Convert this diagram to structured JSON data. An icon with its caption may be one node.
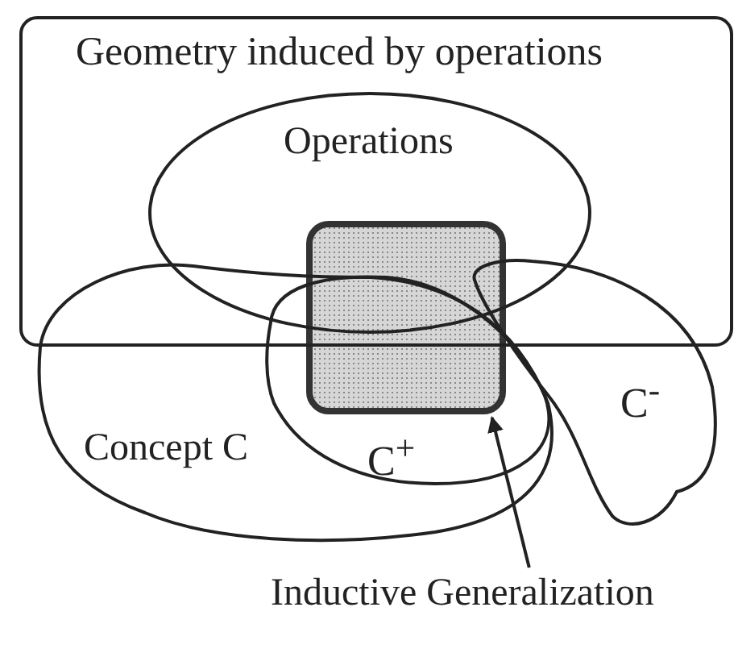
{
  "diagram": {
    "nodes": [
      {
        "text": [
          "Geometry induced by operations"
        ]
      },
      {
        "text": [
          "Operations"
        ],
        "in": 0
      },
      {
        "text": [
          "Concept C"
        ]
      },
      {
        "text": [
          "C$^{+}$"
        ],
        "in": 2
      },
      {
        "text": [
          "C$^{-}$"
        ]
      },
      {
        "text": [],
        "shape": "box"
      },
      {
        "text": [
          "Inductive Generalization"
        ]
      }
    ],
    "edges": [
      {
        "from": 6,
        "to": 5,
        "arrow": "to"
      }
    ]
  }
}
